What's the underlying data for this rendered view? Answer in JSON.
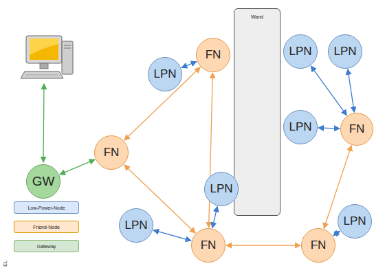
{
  "diagram": {
    "nodes": [
      {
        "text": [
          "FN"
        ]
      },
      {
        "text": [
          "LPN"
        ]
      },
      {
        "text": [
          "Wand"
        ]
      },
      {
        "text": [
          "LPN"
        ]
      },
      {
        "text": [
          "LPN"
        ]
      },
      {
        "text": [
          "LPN"
        ]
      },
      {
        "text": [
          "FN"
        ]
      },
      {
        "text": [
          "FN"
        ]
      },
      {
        "text": [
          "GW"
        ]
      },
      {
        "text": [
          "LPN"
        ]
      },
      {
        "text": [
          "LPN"
        ]
      },
      {
        "text": [
          "LPN"
        ]
      },
      {
        "text": [
          "FN"
        ]
      },
      {
        "text": [
          "FN"
        ]
      }
    ],
    "edges": [
      {
        "from": 8,
        "to": 7,
        "arrow": "both"
      },
      {
        "from": 7,
        "to": 0,
        "arrow": "both"
      },
      {
        "from": 7,
        "to": 12,
        "arrow": "both"
      },
      {
        "from": 12,
        "to": 0,
        "arrow": "both"
      },
      {
        "from": 1,
        "to": 0,
        "arrow": "both"
      },
      {
        "from": 9,
        "to": 12,
        "arrow": "both"
      },
      {
        "from": 10,
        "to": 12,
        "arrow": "both"
      },
      {
        "from": 12,
        "to": 13,
        "arrow": "both"
      },
      {
        "from": 13,
        "to": 6,
        "arrow": "both"
      },
      {
        "from": 3,
        "to": 6,
        "arrow": "both"
      },
      {
        "from": 4,
        "to": 6,
        "arrow": "both"
      },
      {
        "from": 5,
        "to": 6,
        "arrow": "both"
      },
      {
        "from": 11,
        "to": 13,
        "arrow": "both"
      }
    ],
    "labels": [
      "EL"
    ],
    "legend": [
      {
        "text": "Low-Power-Node",
        "color": "#dae8fc"
      },
      {
        "text": "Friend-Node",
        "color": "#ffe6cc"
      },
      {
        "text": "Gateway",
        "color": "#d5e8d4"
      }
    ]
  }
}
